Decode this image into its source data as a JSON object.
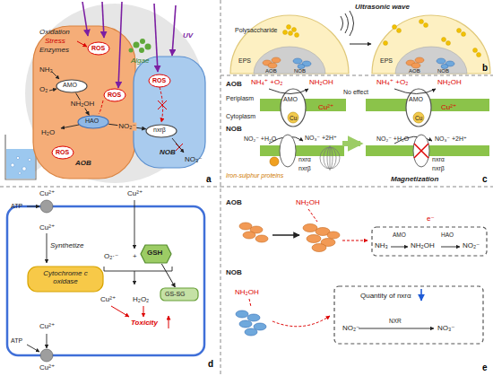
{
  "diagram": {
    "nodes": [
      {
        "text": [
          "AOB"
        ]
      },
      {
        "text": [
          "AMO"
        ],
        "in": 0
      },
      {
        "text": [
          "HAO"
        ],
        "in": 0
      },
      {
        "text": [
          "NOB"
        ]
      },
      {
        "text": [
          "nxrβ"
        ],
        "in": 3
      },
      {
        "text": [
          "Polysaccharide",
          "EPS"
        ]
      },
      {
        "text": [
          "EPS"
        ]
      },
      {
        "text": [
          "AMO"
        ]
      },
      {
        "text": [
          "AMO"
        ]
      },
      {
        "text": [
          "Cytochrome c oxidase"
        ]
      },
      {
        "text": [
          "GSH"
        ]
      },
      {
        "text": [
          "GS-SG"
        ]
      },
      {
        "text": [
          "NH₃",
          "AMO",
          "NH₂OH",
          "HAO",
          "NO₂⁻"
        ]
      },
      {
        "text": [
          "Quantity of nxrα",
          "NO₂⁻",
          "NXR",
          "NO₃⁻"
        ]
      }
    ],
    "edges": [
      {
        "from": 1,
        "to": 2,
        "label": "NH₂OH",
        "arrow": "to"
      },
      {
        "from": 2,
        "to": 4,
        "label": "NO₂⁻",
        "arrow": "to"
      },
      {
        "from": 5,
        "to": 6,
        "arrow": "to"
      },
      {
        "from": 10,
        "to": 11,
        "arrow": "to"
      }
    ],
    "labels": [
      "Oxidation",
      "Stress",
      "Enzymes",
      "ROS",
      "ROS",
      "ROS",
      "ROS",
      "NH₃",
      "O₂",
      "H₂O",
      "Algae",
      "UV",
      "NO₃⁻",
      "a",
      "Ultrasonic wave",
      "AOB",
      "NOB",
      "AOB",
      "NOB",
      "b",
      "AOB",
      "NH₄⁺ +O₂",
      "NH₂OH",
      "Periplasm",
      "Cytoplasm",
      "Cu",
      "Cu²⁺",
      "No effect",
      "NH₄⁺ +O₂",
      "NH₂OH",
      "Cu",
      "Cu²⁺",
      "NOB",
      "NO₂⁻ +H₂O",
      "nxrα",
      "NO₃⁻ +2H⁺",
      "nxrβ",
      "Iron-sulphur proteins",
      "NO₂⁻ +H₂O",
      "NO₃⁻ +2H⁺",
      "nxrα",
      "nxrβ",
      "Magnetization",
      "c",
      "Cu²⁺",
      "ATP",
      "Cu²⁺",
      "Synthetize",
      "ATP",
      "Cu²⁺",
      "Cu²⁺",
      "Cu²⁺",
      "O₂·⁻",
      "+",
      "Cu²⁺",
      "H₂O₂",
      "Toxicity",
      "d",
      "AOB",
      "NH₂OH",
      "e⁻",
      "NOB",
      "NH₂OH",
      "e"
    ]
  }
}
